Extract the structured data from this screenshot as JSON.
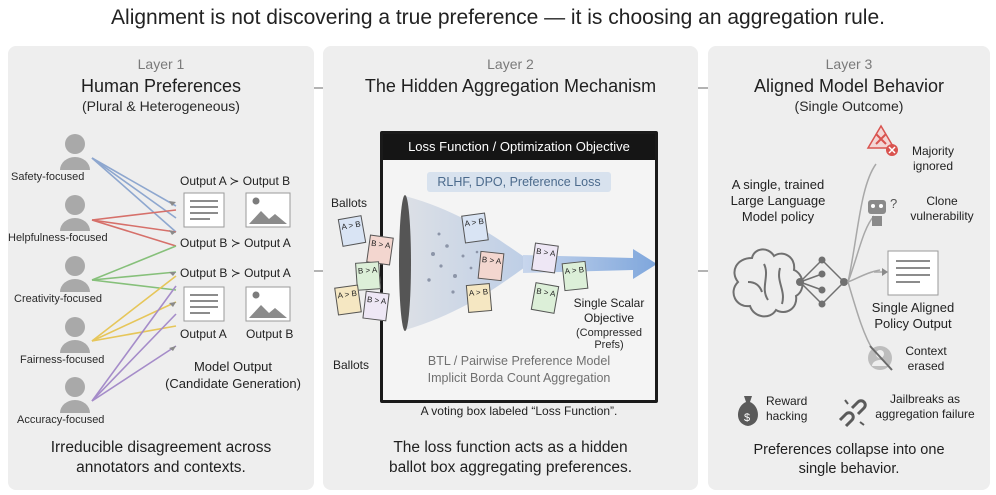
{
  "headline": "Alignment is not discovering a true preference — it is choosing an aggregation rule.",
  "layer1": {
    "label": "Layer 1",
    "title": "Human Preferences",
    "subtitle": "(Plural & Heterogeneous)",
    "annotators": [
      "Safety-focused",
      "Helpfulness-focused",
      "Creativity-focused",
      "Fairness-focused",
      "Accuracy-focused"
    ],
    "pairs": [
      "Output A ≻ Output B",
      "Output B ≻ Output A",
      "Output B ≻ Output A",
      "Output A",
      "Output B"
    ],
    "model_output": "Model Output",
    "model_output_sub": "(Candidate Generation)",
    "footer_1": "Irreducible disagreement across",
    "footer_2": "annotators and contexts."
  },
  "layer2": {
    "label": "Layer 2",
    "title": "The Hidden Aggregation Mechanism",
    "box_header": "Loss Function / Optimization Objective",
    "pill": "RLHF, DPO, Preference Loss",
    "ballots_top": "Ballots",
    "ballots_bottom": "Ballots",
    "ballot_marks": [
      "A > B",
      "B > A",
      "B > A",
      "A > B",
      "B > A",
      "A > B",
      "B > A",
      "A > B",
      "B > A",
      "A > B",
      "B > A"
    ],
    "objective_1": "Single Scalar",
    "objective_2": "Objective",
    "objective_3": "(Compressed Prefs)",
    "btl": "BTL / Pairwise Preference Model",
    "borda": "Implicit Borda Count Aggregation",
    "caption": "A voting box labeled “Loss Function”.",
    "footer_1": "The loss function acts as a hidden",
    "footer_2": "ballot box aggregating preferences."
  },
  "layer3": {
    "label": "Layer 3",
    "title": "Aligned Model Behavior",
    "subtitle": "(Single Outcome)",
    "model_1": "A single, trained",
    "model_2": "Large Language",
    "model_3": "Model policy",
    "majority_1": "Majority",
    "majority_2": "ignored",
    "clone_1": "Clone",
    "clone_2": "vulnerability",
    "output_1": "Single Aligned",
    "output_2": "Policy Output",
    "context_1": "Context",
    "context_2": "erased",
    "reward_1": "Reward",
    "reward_2": "hacking",
    "jail_1": "Jailbreaks as",
    "jail_2": "aggregation failure",
    "footer_1": "Preferences collapse into one",
    "footer_2": "single behavior."
  },
  "colors": {
    "panel_bg": "#eeeeee",
    "person": "#a9a9a9",
    "arrow_safety": "#8ea7cf",
    "arrow_help": "#d6706a",
    "arrow_creative": "#86c07a",
    "arrow_fair": "#e6c65a",
    "arrow_acc": "#a58cc9",
    "objective_arrow": "#8fb0dd",
    "warning_red": "#d9534f"
  }
}
